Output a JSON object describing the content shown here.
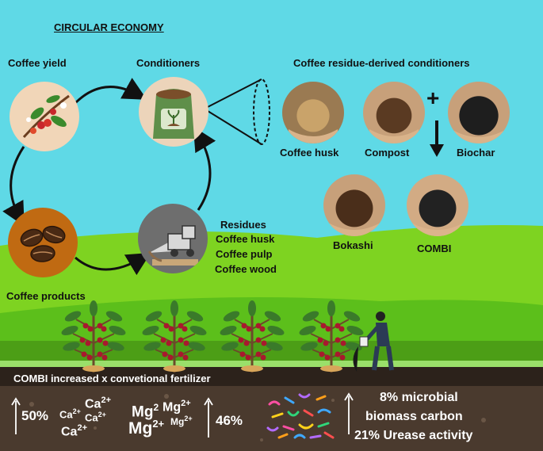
{
  "title": "CIRCULAR ECONOMY",
  "cycle": {
    "coffee_yield": "Coffee yield",
    "conditioners": "Conditioners",
    "coffee_products": "Coffee products",
    "residues": [
      "Residues",
      "Coffee husk",
      "Coffee pulp",
      "Coffee wood"
    ]
  },
  "residue_panel": {
    "heading": "Coffee residue-derived conditioners",
    "items": [
      "Coffee husk",
      "Compost",
      "Biochar"
    ],
    "plus": "+",
    "outputs": [
      "Bokashi",
      "COMBI"
    ]
  },
  "bottom": {
    "headline": "COMBI increased x convetional fertilizer",
    "ca_percent": "50%",
    "ca_ions": [
      "Ca",
      "2+",
      "Ca",
      "2+",
      "Ca",
      "2+",
      "Ca",
      "2+"
    ],
    "mg_percent": "46%",
    "mg_ions": [
      "Mg",
      "2",
      "Mg",
      "2+",
      "Mg",
      "2+",
      "Mg",
      "2+"
    ],
    "microbial_lines": [
      "8% microbial",
      "biomass carbon",
      "21% Urease activity"
    ]
  },
  "colors": {
    "sky": "#5fd9e6",
    "grass_light": "#7ed321",
    "grass_dark": "#4caf1a",
    "soil": "#4a3a2e",
    "soil_band": "#2c221b"
  }
}
